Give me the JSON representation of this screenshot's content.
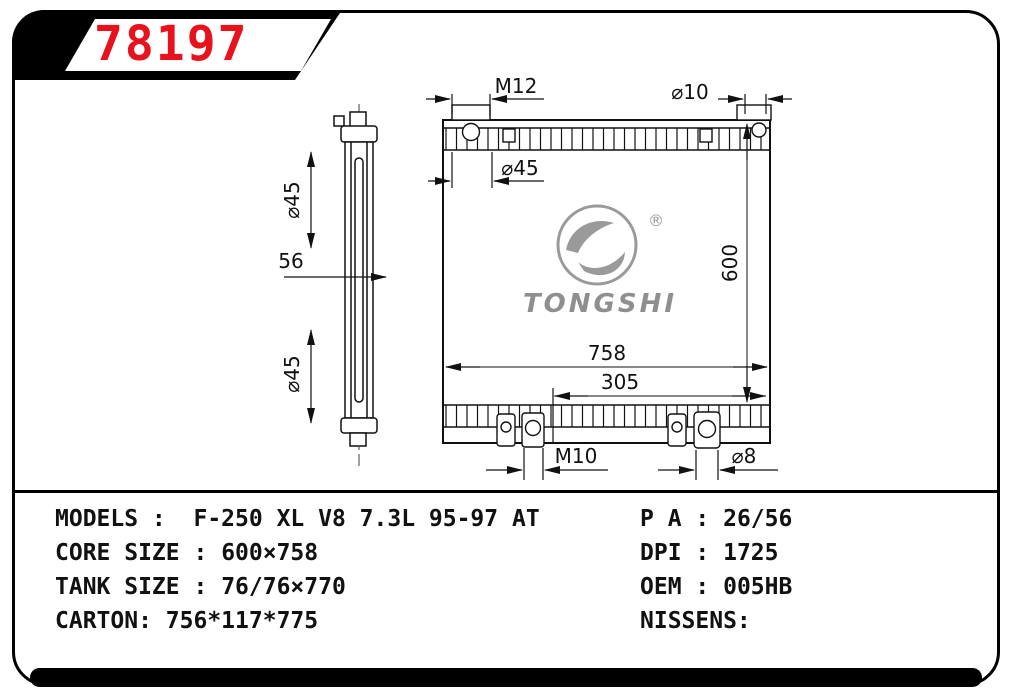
{
  "banner": {
    "part_number": "78197"
  },
  "colors": {
    "banner_red": "#e8121d",
    "logo_gray": "#8f8f8f",
    "line_black": "#111111"
  },
  "drawing": {
    "front_view": {
      "m12": "M12",
      "dia10": "⌀10",
      "dia45": "⌀45",
      "height": "600",
      "width": "758",
      "bottom_span": "305",
      "m10": "M10",
      "dia8": "⌀8"
    },
    "side_view": {
      "dia45_top": "⌀45",
      "thickness": "56",
      "dia45_bottom": "⌀45"
    },
    "logo": {
      "brand": "TONGSHI",
      "registered": "®"
    }
  },
  "specs": {
    "left": [
      {
        "label": "MODELS :",
        "value": "F-250 XL V8 7.3L 95-97 AT"
      },
      {
        "label": "CORE SIZE :",
        "value": "600×758"
      },
      {
        "label": "TANK SIZE :",
        "value": "76/76×770"
      },
      {
        "label": "CARTON:",
        "value": "756*117*775"
      }
    ],
    "right": [
      {
        "label": "P A :",
        "value": "26/56"
      },
      {
        "label": "DPI :",
        "value": "1725"
      },
      {
        "label": "OEM :",
        "value": "005HB"
      },
      {
        "label": "NISSENS:",
        "value": ""
      }
    ]
  }
}
